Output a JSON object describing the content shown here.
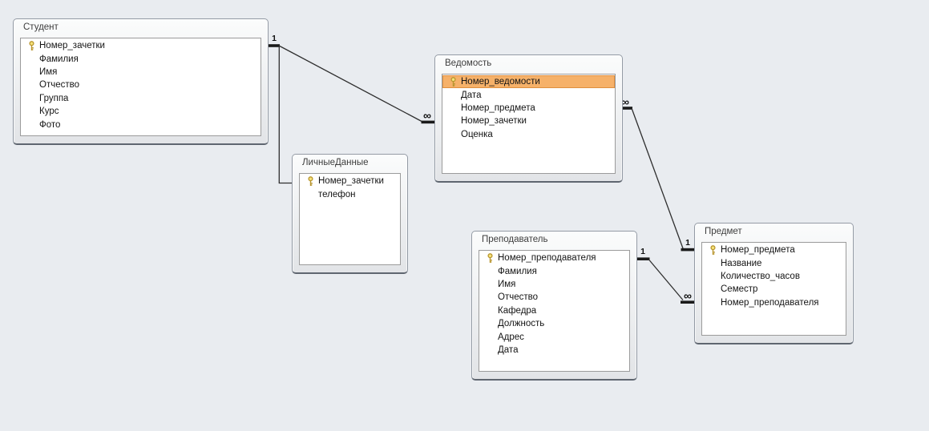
{
  "colors": {
    "canvas_background": "#e9ecf0",
    "selected_field_fill": "#f6b169",
    "selected_field_border": "#df8f3e",
    "relationship_line": "#2e2e2e"
  },
  "tables": {
    "student": {
      "title": "Студент",
      "fields": [
        {
          "name": "Номер_зачетки",
          "pk": true
        },
        {
          "name": "Фамилия",
          "pk": false
        },
        {
          "name": "Имя",
          "pk": false
        },
        {
          "name": "Отчество",
          "pk": false
        },
        {
          "name": "Группа",
          "pk": false
        },
        {
          "name": "Курс",
          "pk": false
        },
        {
          "name": "Фото",
          "pk": false
        }
      ]
    },
    "personal": {
      "title": "ЛичныеДанные",
      "fields": [
        {
          "name": "Номер_зачетки",
          "pk": true
        },
        {
          "name": "телефон",
          "pk": false
        }
      ]
    },
    "statement": {
      "title": "Ведомость",
      "fields": [
        {
          "name": "Номер_ведомости",
          "pk": true,
          "selected": true
        },
        {
          "name": "Дата",
          "pk": false
        },
        {
          "name": "Номер_предмета",
          "pk": false
        },
        {
          "name": "Номер_зачетки",
          "pk": false
        },
        {
          "name": "Оценка",
          "pk": false
        }
      ]
    },
    "teacher": {
      "title": "Преподаватель",
      "fields": [
        {
          "name": "Номер_преподавателя",
          "pk": true
        },
        {
          "name": "Фамилия",
          "pk": false
        },
        {
          "name": "Имя",
          "pk": false
        },
        {
          "name": "Отчество",
          "pk": false
        },
        {
          "name": "Кафедра",
          "pk": false
        },
        {
          "name": "Должность",
          "pk": false
        },
        {
          "name": "Адрес",
          "pk": false
        },
        {
          "name": "Дата",
          "pk": false
        }
      ]
    },
    "subject": {
      "title": "Предмет",
      "fields": [
        {
          "name": "Номер_предмета",
          "pk": true
        },
        {
          "name": "Название",
          "pk": false
        },
        {
          "name": "Количество_часов",
          "pk": false
        },
        {
          "name": "Семестр",
          "pk": false
        },
        {
          "name": "Номер_преподавателя",
          "pk": false
        }
      ]
    }
  },
  "relationships": [
    {
      "from_table": "Студент",
      "from_field": "Номер_зачетки",
      "to_table": "Ведомость",
      "to_field": "Номер_зачетки",
      "from_cardinality": "1",
      "to_cardinality": "∞"
    },
    {
      "from_table": "Студент",
      "from_field": "Номер_зачетки",
      "to_table": "ЛичныеДанные",
      "to_field": "Номер_зачетки",
      "from_cardinality": "",
      "to_cardinality": ""
    },
    {
      "from_table": "Ведомость",
      "from_field": "Номер_предмета",
      "to_table": "Предмет",
      "to_field": "Номер_предмета",
      "from_cardinality": "∞",
      "to_cardinality": "1"
    },
    {
      "from_table": "Преподаватель",
      "from_field": "Номер_преподавателя",
      "to_table": "Предмет",
      "to_field": "Номер_преподавателя",
      "from_cardinality": "1",
      "to_cardinality": "∞"
    }
  ]
}
